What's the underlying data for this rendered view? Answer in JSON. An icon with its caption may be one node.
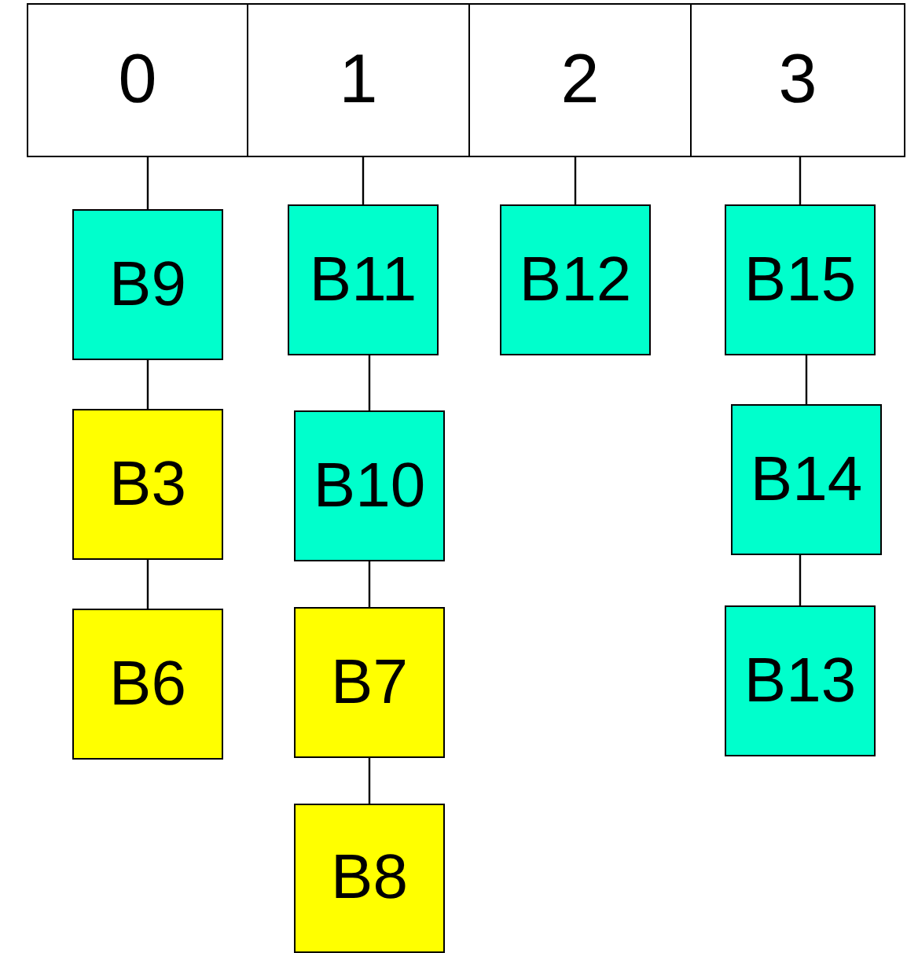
{
  "diagram": {
    "nodes": [
      {
        "text": [
          "0"
        ]
      },
      {
        "text": [
          "1"
        ]
      },
      {
        "text": [
          "2"
        ]
      },
      {
        "text": [
          "3"
        ]
      },
      {
        "text": [
          "B9"
        ]
      },
      {
        "text": [
          "B3"
        ]
      },
      {
        "text": [
          "B6"
        ]
      },
      {
        "text": [
          "B11"
        ]
      },
      {
        "text": [
          "B10"
        ]
      },
      {
        "text": [
          "B7"
        ]
      },
      {
        "text": [
          "B8"
        ]
      },
      {
        "text": [
          "B12"
        ]
      },
      {
        "text": [
          "B15"
        ]
      },
      {
        "text": [
          "B14"
        ]
      },
      {
        "text": [
          "B13"
        ]
      }
    ],
    "edges": [
      {
        "from": 0,
        "to": 4,
        "arrow": "none"
      },
      {
        "from": 4,
        "to": 5,
        "arrow": "none"
      },
      {
        "from": 5,
        "to": 6,
        "arrow": "none"
      },
      {
        "from": 1,
        "to": 7,
        "arrow": "none"
      },
      {
        "from": 7,
        "to": 8,
        "arrow": "none"
      },
      {
        "from": 8,
        "to": 9,
        "arrow": "none"
      },
      {
        "from": 9,
        "to": 10,
        "arrow": "none"
      },
      {
        "from": 2,
        "to": 11,
        "arrow": "none"
      },
      {
        "from": 3,
        "to": 12,
        "arrow": "none"
      },
      {
        "from": 12,
        "to": 13,
        "arrow": "none"
      },
      {
        "from": 13,
        "to": 14,
        "arrow": "none"
      }
    ]
  }
}
